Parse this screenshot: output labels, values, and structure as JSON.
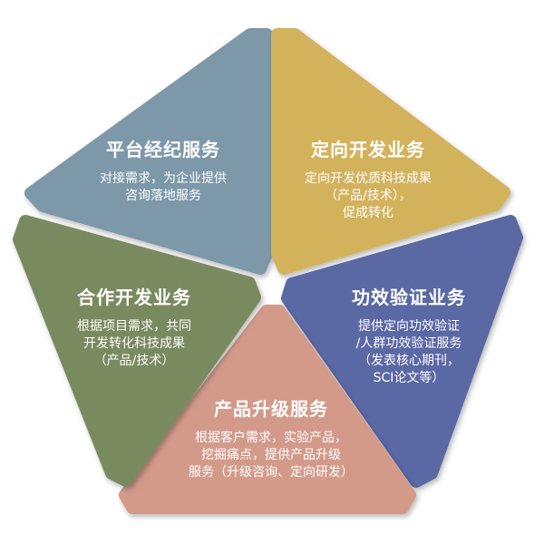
{
  "segments": [
    {
      "id": "platform",
      "title": "平台经纪服务",
      "lines": [
        "对接需求，为企业提供",
        "咨询落地服务"
      ],
      "color": "#7d98a8"
    },
    {
      "id": "directed",
      "title": "定向开发业务",
      "lines": [
        "定向开发优质科技成果",
        "（产品/技术），",
        "促成转化"
      ],
      "color": "#d3b25c"
    },
    {
      "id": "efficacy",
      "title": "功效验证业务",
      "lines": [
        "提供定向功效验证",
        "/人群功效验证服务",
        "（发表核心期刊，",
        "SCI论文等）"
      ],
      "color": "#5a67a4"
    },
    {
      "id": "upgrade",
      "title": "产品升级服务",
      "lines": [
        "根据客户需求，实验产品，",
        "挖掘痛点，提供产品升级",
        "服务（升级咨询、定向研发）"
      ],
      "color": "#d39a8a"
    },
    {
      "id": "cooperative",
      "title": "合作开发业务",
      "lines": [
        "根据项目需求，共同",
        "开发转化科技成果",
        "（产品/技术）"
      ],
      "color": "#7a8a5e"
    }
  ]
}
